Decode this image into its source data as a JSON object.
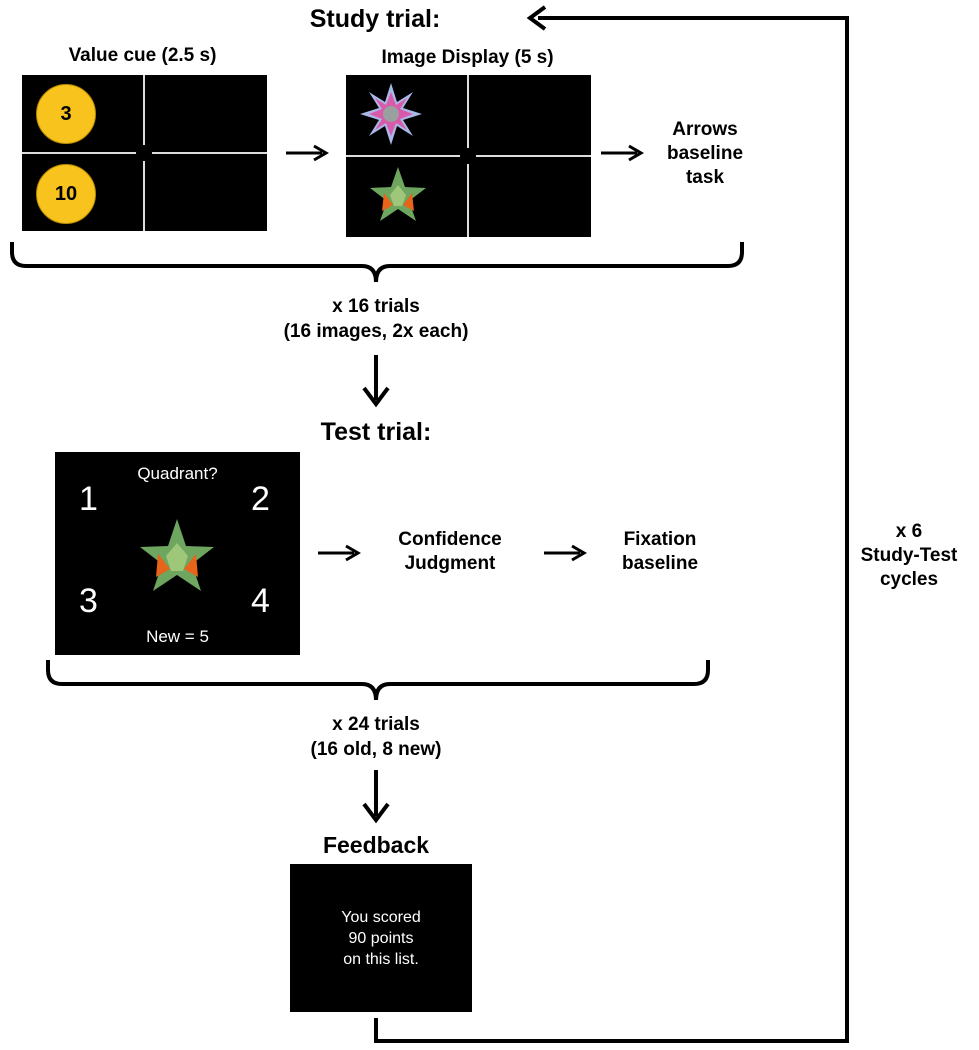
{
  "study": {
    "title": "Study trial:",
    "value_cue_label": "Value cue (2.5 s)",
    "coin_top": "3",
    "coin_bottom": "10",
    "image_display_label": "Image Display (5 s)",
    "arrows_baseline_label": "Arrows\nbaseline\ntask",
    "repeat_count": "x 16 trials",
    "repeat_detail": "(16 images, 2x each)"
  },
  "test": {
    "title": "Test trial:",
    "prompt": "Quadrant?",
    "q1": "1",
    "q2": "2",
    "q3": "3",
    "q4": "4",
    "new_option": "New = 5",
    "confidence_label": "Confidence\nJudgment",
    "fixation_label": "Fixation\nbaseline",
    "repeat_count": "x 24 trials",
    "repeat_detail": "(16 old, 8 new)"
  },
  "feedback": {
    "title": "Feedback",
    "message": "You scored\n90 points\non this list."
  },
  "cycle": {
    "count": "x 6",
    "label": "Study-Test\ncycles"
  },
  "colors": {
    "coin": "#f7c31c",
    "screen": "#000000",
    "stimulus_green": "#6ea55f",
    "stimulus_orange": "#e8641b",
    "stimulus_pink": "#d85aa8",
    "stimulus_lavender": "#a9b8e8"
  }
}
